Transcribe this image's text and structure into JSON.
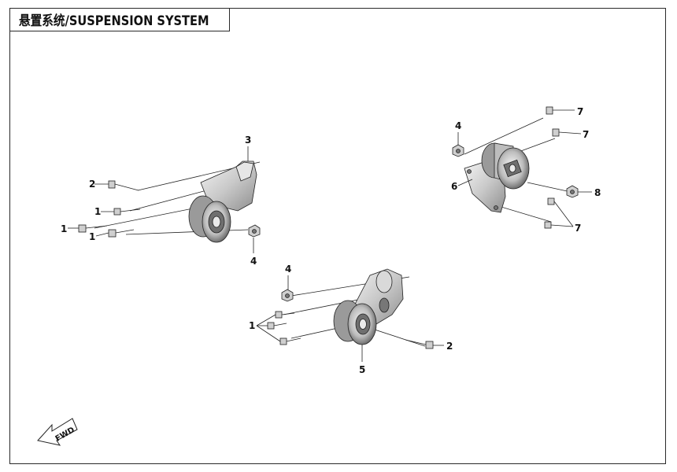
{
  "title": "悬置系统/SUSPENSION SYSTEM",
  "direction_label": "FWD",
  "callouts": {
    "c1a": "1",
    "c1b": "1",
    "c1c": "1",
    "c1d": "1",
    "c2a": "2",
    "c2b": "2",
    "c3": "3",
    "c4a": "4",
    "c4b": "4",
    "c4c": "4",
    "c5": "5",
    "c6": "6",
    "c7a": "7",
    "c7b": "7",
    "c7c": "7",
    "c8": "8"
  }
}
